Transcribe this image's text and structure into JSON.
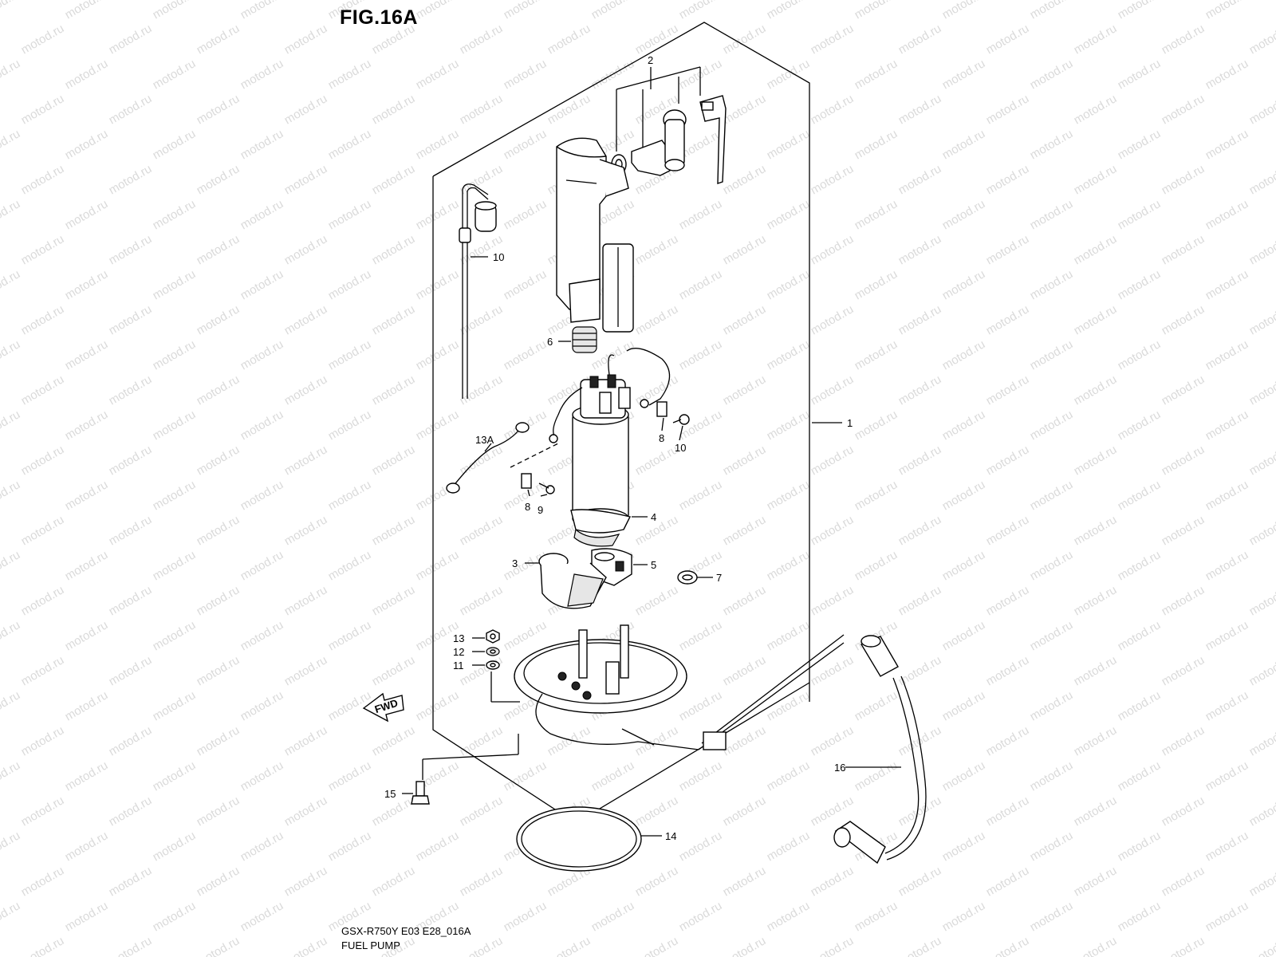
{
  "figure_title": "FIG.16A",
  "footer": {
    "model_code": "GSX-R750Y E03 E28_016A",
    "section_name": "FUEL PUMP"
  },
  "watermark": "motod.ru",
  "fwd_arrow_label": "FWD",
  "part_labels": [
    {
      "id": "label-1",
      "text": "1"
    },
    {
      "id": "label-2",
      "text": "2"
    },
    {
      "id": "label-3",
      "text": "3"
    },
    {
      "id": "label-4",
      "text": "4"
    },
    {
      "id": "label-5",
      "text": "5"
    },
    {
      "id": "label-6",
      "text": "6"
    },
    {
      "id": "label-7",
      "text": "7"
    },
    {
      "id": "label-8a",
      "text": "8"
    },
    {
      "id": "label-8b",
      "text": "8"
    },
    {
      "id": "label-9",
      "text": "9"
    },
    {
      "id": "label-10a",
      "text": "10"
    },
    {
      "id": "label-10b",
      "text": "10"
    },
    {
      "id": "label-11",
      "text": "11"
    },
    {
      "id": "label-12",
      "text": "12"
    },
    {
      "id": "label-13",
      "text": "13"
    },
    {
      "id": "label-13a",
      "text": "13A"
    },
    {
      "id": "label-14",
      "text": "14"
    },
    {
      "id": "label-15",
      "text": "15"
    },
    {
      "id": "label-16",
      "text": "16"
    }
  ]
}
